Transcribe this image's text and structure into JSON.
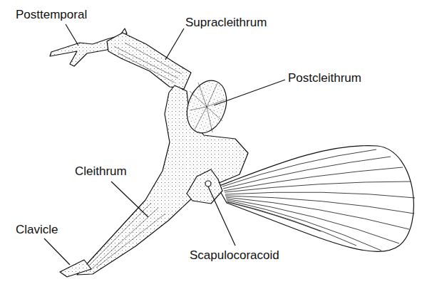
{
  "diagram": {
    "labels": [
      "Posttemporal",
      "Supracleithrum",
      "Postcleithrum",
      "Cleithrum",
      "Clavicle",
      "Scapulocoracoid"
    ]
  }
}
